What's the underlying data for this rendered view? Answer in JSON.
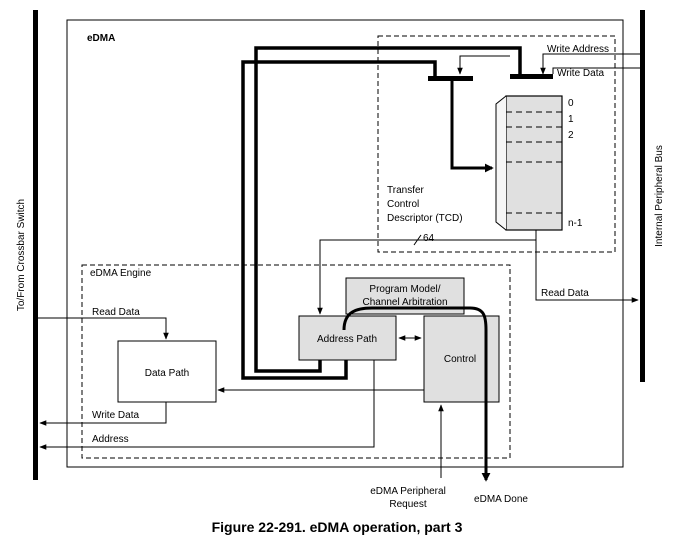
{
  "diagram": {
    "title": "eDMA",
    "caption": "Figure 22-291. eDMA operation, part 3",
    "left_bus_label": "To/From Crossbar Switch",
    "right_bus_label": "Internal Peripheral Bus",
    "engine_label": "eDMA Engine",
    "tcd": {
      "label_lines": [
        "Transfer",
        "Control",
        "Descriptor (TCD)"
      ],
      "rows": [
        "0",
        "1",
        "2",
        "n-1"
      ]
    },
    "blocks": {
      "program_model_lines": [
        "Program Model/",
        "Channel Arbitration"
      ],
      "address_path": "Address Path",
      "control": "Control",
      "data_path": "Data Path"
    },
    "signals": {
      "write_address": "Write Address",
      "write_data_top": "Write Data",
      "bus_width": "64",
      "read_data_right": "Read Data",
      "read_data_left": "Read Data",
      "write_data_left": "Write Data",
      "address": "Address",
      "peripheral_request_lines": [
        "eDMA Peripheral",
        "Request"
      ],
      "done": "eDMA Done"
    }
  }
}
